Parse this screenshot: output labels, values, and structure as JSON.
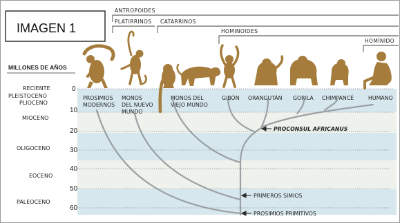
{
  "title_box": "IMAGEN 1",
  "groups": {
    "antropoides": "ANTROPOIDES",
    "platirrinos": "PLATIRRINOS",
    "catarrinos": "CATARRINOS",
    "hominoides": "HOMINOIDES",
    "hominido": "HOMÍNIDO"
  },
  "axis": {
    "title": "MILLONES DE AÑOS",
    "epochs": [
      {
        "name": "RECIENTE"
      },
      {
        "name": "PLEISTOCENO"
      },
      {
        "name": "PLIOCENO"
      },
      {
        "name": "MIOCENO"
      },
      {
        "name": "OLIGOCENO"
      },
      {
        "name": "EOCENO"
      },
      {
        "name": "PALEOCENO"
      }
    ],
    "ticks": [
      "0",
      "10",
      "20",
      "30",
      "40",
      "50",
      "60"
    ]
  },
  "taxa": [
    {
      "line1": "PROSIMIOS",
      "line2": "MODERNOS"
    },
    {
      "line1": "MONOS",
      "line2": "DEL NUEVO",
      "line3": "MUNDO"
    },
    {
      "line1": "MONOS DEL",
      "line2": "VIEJO MUNDO"
    },
    {
      "line1": "GIBÓN"
    },
    {
      "line1": "ORANGUTÁN"
    },
    {
      "line1": "GORILA"
    },
    {
      "line1": "CHIMPANCÉ"
    },
    {
      "line1": "HUMANO"
    }
  ],
  "annotations": {
    "proconsul": "PROCONSUL AFRICANUS",
    "primeros": "PRIMEROS SIMIOS",
    "primitivos": "PROSIMIOS PRIMITIVOS"
  },
  "colors": {
    "silhouette": "#a57c3c",
    "band_blue": "#d6e8ee",
    "band_light": "#eef1ec",
    "branch": "#9aa0a3"
  }
}
